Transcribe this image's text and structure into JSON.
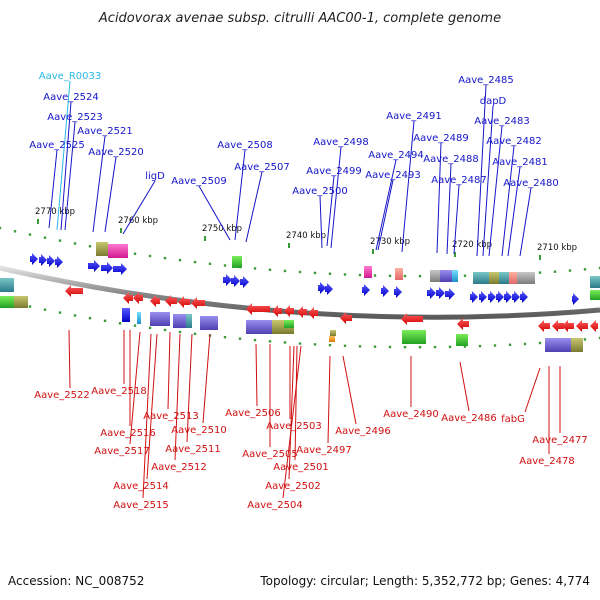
{
  "title": "Acidovorax avenae subsp. citrulli AAC00-1, complete genome",
  "footer": {
    "accession": "Accession: NC_008752",
    "info": "Topology: circular; Length: 5,352,772 bp; Genes: 4,774"
  },
  "colors": {
    "forward_label": "#1515c8",
    "reverse_label": "#d01010",
    "rna_label": "#29b8e6",
    "backbone": "#8a8a8a",
    "tick": "#3a9a3a"
  },
  "scale_labels": [
    "2770 kbp",
    "2760 kbp",
    "2750 kbp",
    "2740 kbp",
    "2730 kbp",
    "2720 kbp",
    "2710 kbp"
  ],
  "forward_labels": [
    "Aave_R0033",
    "Aave_2524",
    "Aave_2523",
    "Aave_2521",
    "Aave_2525",
    "Aave_2520",
    "ligD",
    "Aave_2509",
    "Aave_2508",
    "Aave_2507",
    "Aave_2498",
    "Aave_2499",
    "Aave_2500",
    "Aave_2494",
    "Aave_2493",
    "Aave_2491",
    "Aave_2489",
    "Aave_2488",
    "Aave_2487",
    "Aave_2485",
    "dapD",
    "Aave_2483",
    "Aave_2482",
    "Aave_2481",
    "Aave_2480"
  ],
  "reverse_labels": [
    "Aave_2522",
    "Aave_2518",
    "Aave_2516",
    "Aave_2517",
    "Aave_2513",
    "Aave_2510",
    "Aave_2511",
    "Aave_2512",
    "Aave_2514",
    "Aave_2515",
    "Aave_2506",
    "Aave_2505",
    "Aave_2503",
    "Aave_2501",
    "Aave_2502",
    "Aave_2504",
    "Aave_2497",
    "Aave_2496",
    "Aave_2490",
    "Aave_2486",
    "fabG",
    "Aave_2477",
    "Aave_2478"
  ]
}
